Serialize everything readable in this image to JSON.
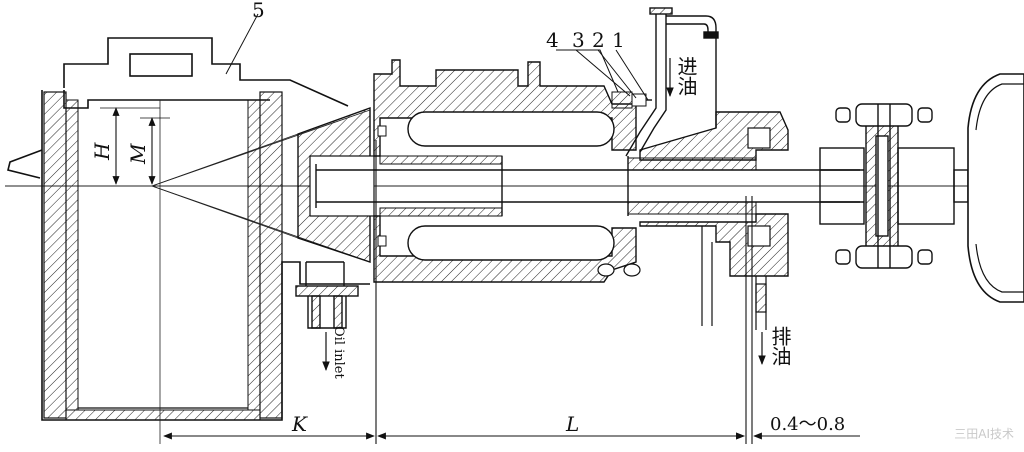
{
  "labels": {
    "part_1": "1",
    "part_2": "2",
    "part_3": "3",
    "part_4": "4",
    "part_5": "5",
    "dim_H": "H",
    "dim_M": "M",
    "dim_K": "K",
    "dim_L": "L",
    "clearance": "0.4～0.8",
    "oil_in_cn": "进油",
    "oil_out_cn": "排油",
    "oil_inlet_en": "Oil inlet"
  },
  "watermark": "三田AI技术"
}
